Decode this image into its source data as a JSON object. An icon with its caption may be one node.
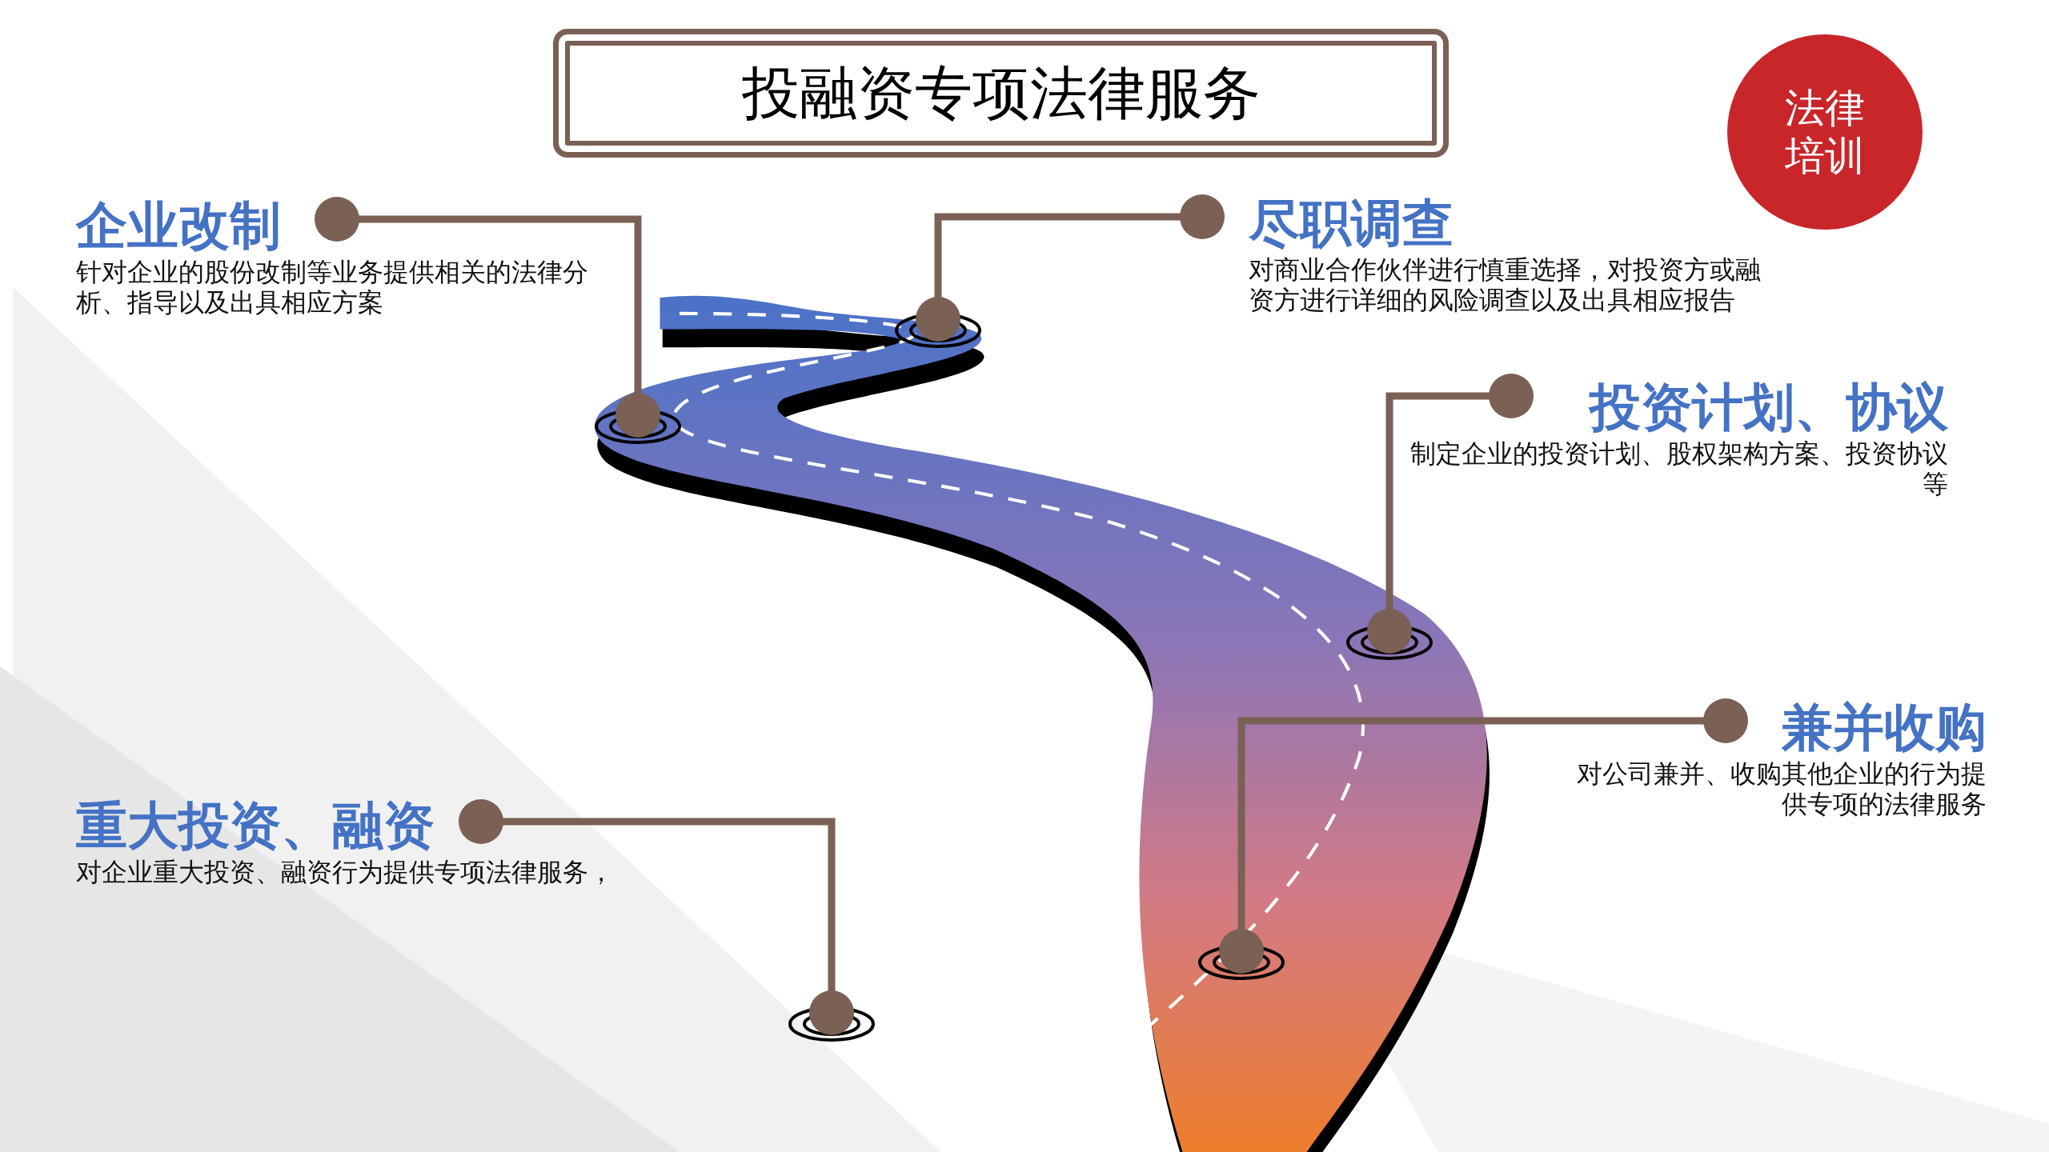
{
  "diagram": {
    "title": "投融资专项法律服务",
    "nodes": [
      {
        "text": [
          "法律培训"
        ]
      },
      {
        "text": [
          "企业改制",
          "针对企业的股份改制等业务提供相关的法律分析、指导以及出具相应方案"
        ]
      },
      {
        "text": [
          "尽职调查",
          "对商业合作伙伴进行慎重选择，对投资方或融资方进行详细的风险调查以及出具相应报告"
        ]
      },
      {
        "text": [
          "投资计划、协议",
          "制定企业的投资计划、股权架构方案、投资协议等"
        ]
      },
      {
        "text": [
          "兼并收购",
          "对公司兼并、收购其他企业的行为提供专项的法律服务"
        ]
      },
      {
        "text": [
          "重大投资、融资",
          "对企业重大投资、融资行为提供专项法律服务，"
        ]
      },
      {
        "text": [],
        "shape": "circle"
      },
      {
        "text": [],
        "shape": "circle"
      },
      {
        "text": [],
        "shape": "circle"
      },
      {
        "text": [],
        "shape": "circle"
      },
      {
        "text": [],
        "shape": "circle"
      }
    ],
    "edges": [
      {
        "from": 1,
        "to": 6,
        "arrow": "other"
      },
      {
        "from": 2,
        "to": 8,
        "arrow": "other"
      },
      {
        "from": 3,
        "to": 10,
        "arrow": "other"
      },
      {
        "from": 4,
        "to": 9,
        "arrow": "other"
      },
      {
        "from": 5,
        "to": 7,
        "arrow": "other"
      }
    ]
  }
}
